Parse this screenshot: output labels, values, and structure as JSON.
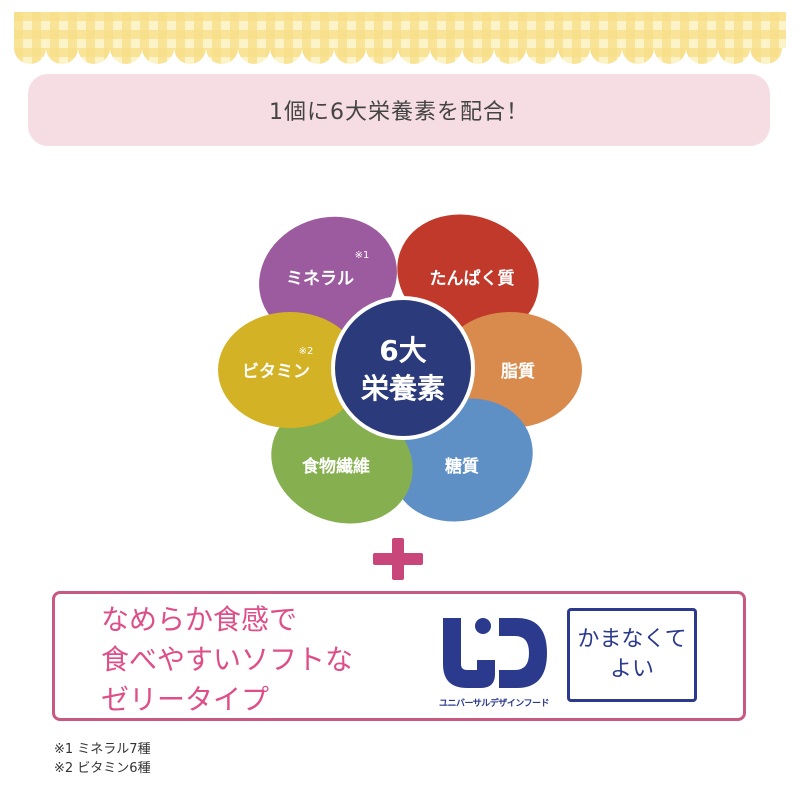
{
  "banner": {
    "text": "1個に6大栄養素を配合！"
  },
  "flower": {
    "center": {
      "line1": "6大",
      "line2": "栄養素",
      "color": "#2b3a7a"
    },
    "petals": [
      {
        "label": "ミネラル",
        "note": "※1",
        "color": "#9b5b9e"
      },
      {
        "label": "たんぱく質",
        "note": "",
        "color": "#c0392b"
      },
      {
        "label": "脂質",
        "note": "",
        "color": "#d98b4e"
      },
      {
        "label": "糖質",
        "note": "",
        "color": "#5e8fc5"
      },
      {
        "label": "食物繊維",
        "note": "",
        "color": "#86b04f"
      },
      {
        "label": "ビタミン",
        "note": "※2",
        "color": "#d4b226"
      }
    ]
  },
  "plus_color": "#c8467a",
  "feature": {
    "lines": [
      "なめらか食感で",
      "食べやすいソフトな",
      "ゼリータイプ"
    ]
  },
  "ud": {
    "caption": "ユニバーサルデザインフード",
    "grade_line1": "かまなくて",
    "grade_line2": "よい",
    "color": "#2b3a8c"
  },
  "footnotes": [
    "※1 ミネラル7種",
    "※2 ビタミン6種"
  ]
}
